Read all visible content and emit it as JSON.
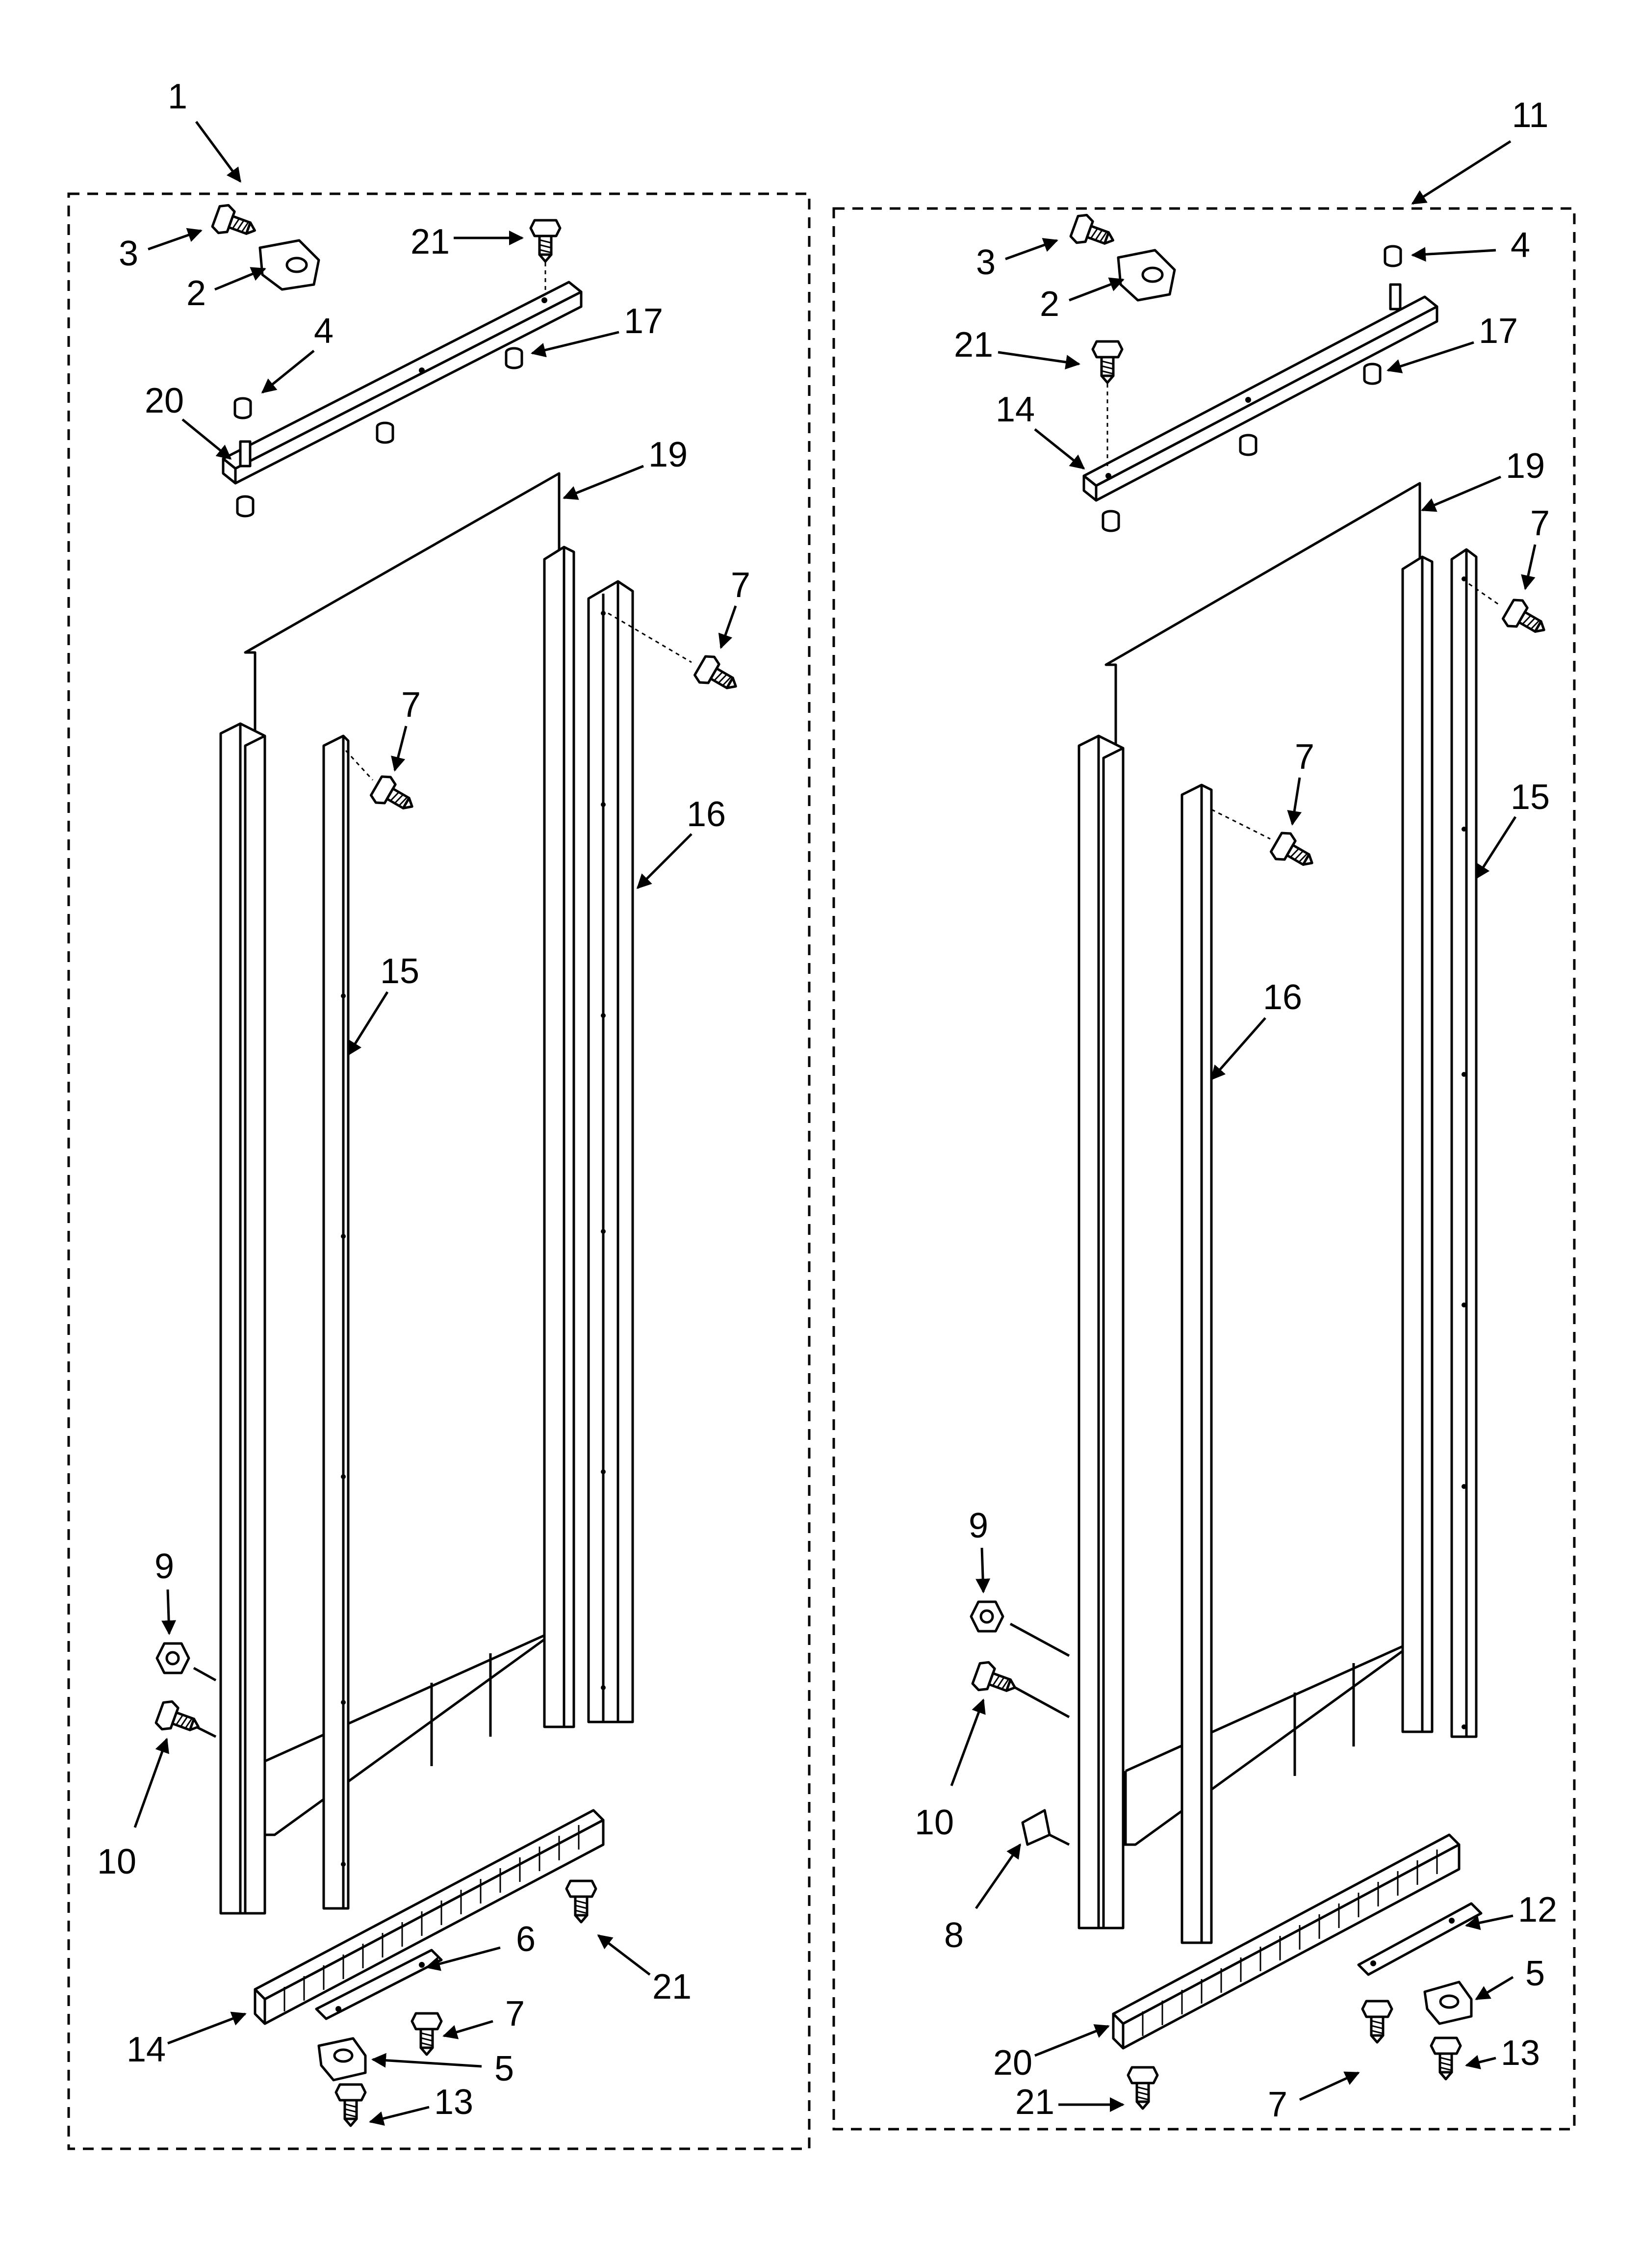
{
  "assemblies": [
    {
      "label": "1",
      "callouts": {
        "c3": "3",
        "c2": "2",
        "c21_top": "21",
        "c4": "4",
        "c17": "17",
        "c20": "20",
        "c19": "19",
        "c7_right": "7",
        "c7_mid": "7",
        "c16": "16",
        "c15": "15",
        "c9": "9",
        "c10": "10",
        "c6": "6",
        "c21_bottom": "21",
        "c7_bottom": "7",
        "c14": "14",
        "c5": "5",
        "c13": "13"
      }
    },
    {
      "label": "11",
      "callouts": {
        "c3": "3",
        "c2": "2",
        "c4": "4",
        "c21_top": "21",
        "c17": "17",
        "c14": "14",
        "c19": "19",
        "c7_right": "7",
        "c7_mid": "7",
        "c15": "15",
        "c16": "16",
        "c9": "9",
        "c10": "10",
        "c8": "8",
        "c12": "12",
        "c5": "5",
        "c20": "20",
        "c13": "13",
        "c21_bottom": "21",
        "c7_bottom": "7"
      }
    }
  ],
  "arrow_marker": "arrowhead"
}
